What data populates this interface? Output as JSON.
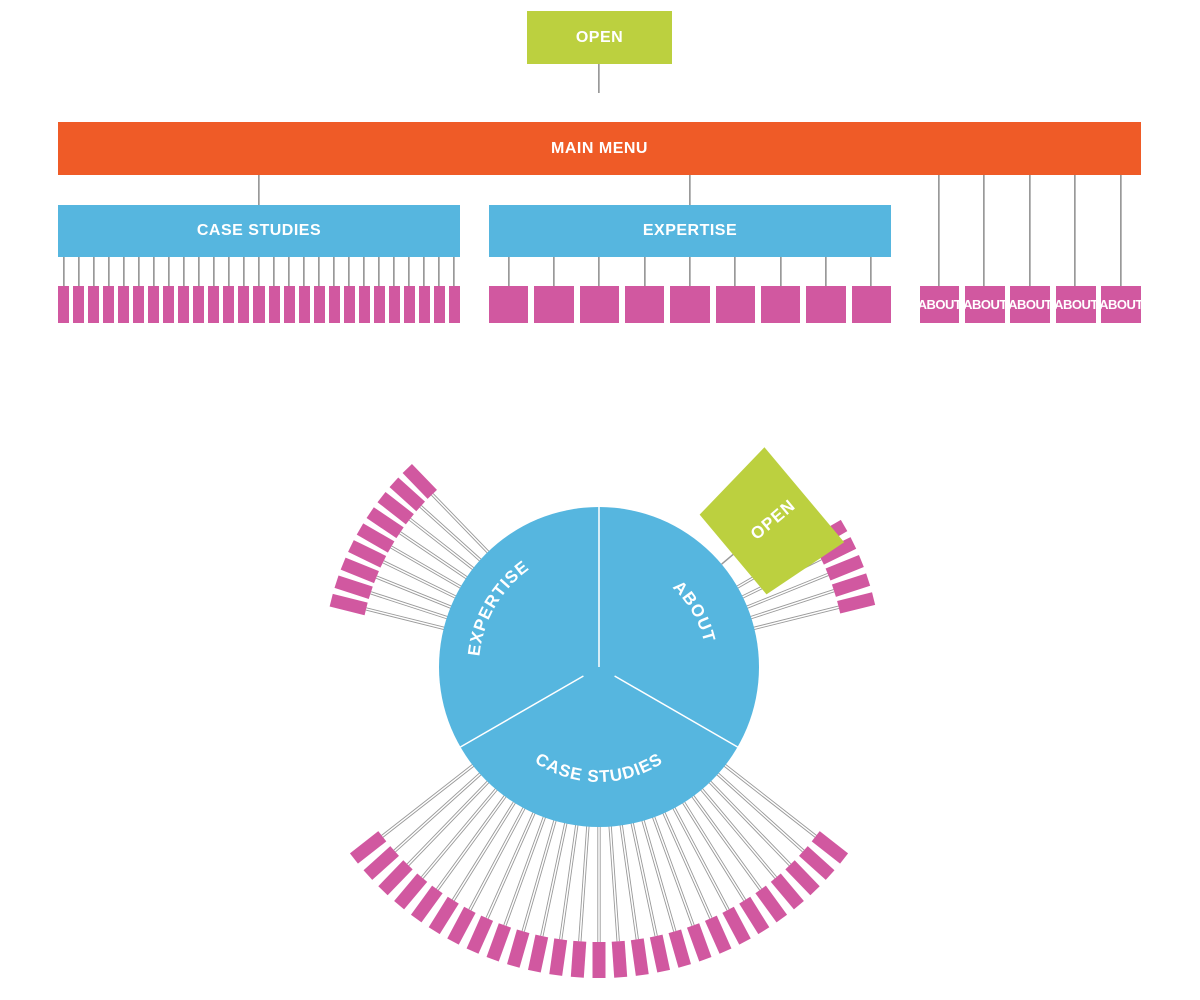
{
  "colors": {
    "open": "#bcd03f",
    "main_menu": "#ef5b27",
    "section": "#56b6df",
    "leaf": "#d158a0",
    "connector": "#aaaaaa",
    "text": "#ffffff"
  },
  "tree": {
    "open_label": "OPEN",
    "main_menu_label": "MAIN MENU",
    "sections": [
      {
        "label": "CASE STUDIES",
        "leaf_count": 27
      },
      {
        "label": "EXPERTISE",
        "leaf_count": 9
      }
    ],
    "about_items": [
      "ABOUT",
      "ABOUT",
      "ABOUT",
      "ABOUT",
      "ABOUT"
    ]
  },
  "radial": {
    "open_label": "OPEN",
    "segments": [
      {
        "label": "EXPERTISE",
        "leaf_count": 9
      },
      {
        "label": "ABOUT",
        "leaf_count": 5
      },
      {
        "label": "CASE STUDIES",
        "leaf_count": 27
      }
    ]
  }
}
